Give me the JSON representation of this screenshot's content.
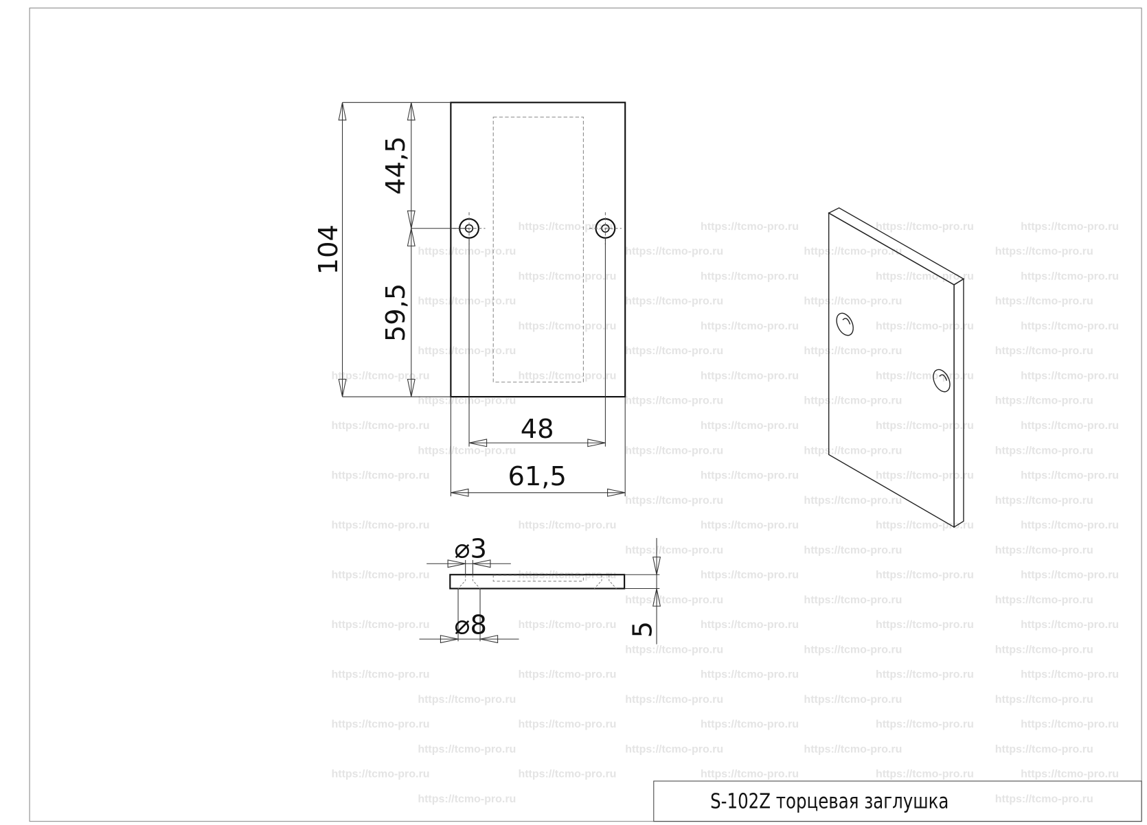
{
  "drawing": {
    "title": "S-102Z торцевая заглушка",
    "watermark": "https://tcmo-pro.ru",
    "dimensions": {
      "total_height": "104",
      "top_to_hole": "44,5",
      "hole_to_bottom": "59,5",
      "hole_spacing": "48",
      "total_width": "61,5",
      "hole_diameter": "⌀3",
      "countersink_diameter": "⌀8",
      "thickness": "5"
    }
  }
}
